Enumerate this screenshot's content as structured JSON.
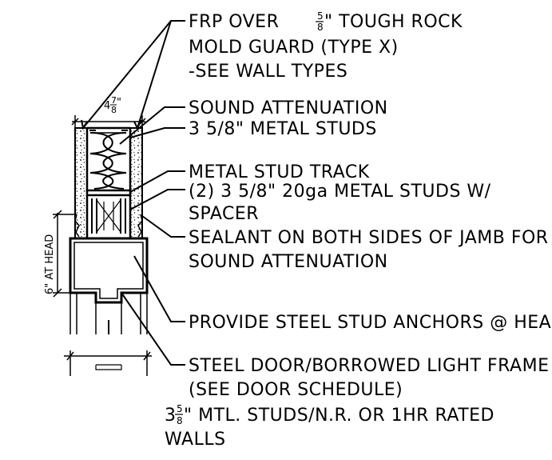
{
  "dimensions": {
    "wall_width_whole": "4",
    "wall_width_num": "7",
    "wall_width_den": "8",
    "wall_width_unit": "\"",
    "head_height": "6\" AT HEAD"
  },
  "notes": {
    "frp_prefix": "FRP OVER ",
    "frp_num": "5",
    "frp_den": "8",
    "frp_suffix": "\" TOUGH ROCK",
    "frp_line2": "MOLD GUARD (TYPE X)",
    "frp_line3": "-SEE WALL TYPES",
    "sound_attenuation": "SOUND ATTENUATION",
    "metal_studs": "3 5/8\" METAL STUDS",
    "metal_stud_track": "METAL STUD TRACK",
    "double_studs_line1": "(2) 3 5/8\" 20ga METAL STUDS W/",
    "double_studs_line2": "SPACER",
    "sealant_line1": "SEALANT ON BOTH SIDES OF JAMB FOR",
    "sealant_line2": "SOUND ATTENUATION",
    "anchors": "PROVIDE STEEL STUD ANCHORS @ HEAD",
    "frame_line1": "STEEL DOOR/BORROWED LIGHT FRAME",
    "frame_line2": "(SEE DOOR SCHEDULE)",
    "walls_whole": "3",
    "walls_num": "5",
    "walls_den": "8",
    "walls_suffix": "\" MTL. STUDS/N.R. OR 1HR RATED",
    "walls_line2": "WALLS"
  }
}
